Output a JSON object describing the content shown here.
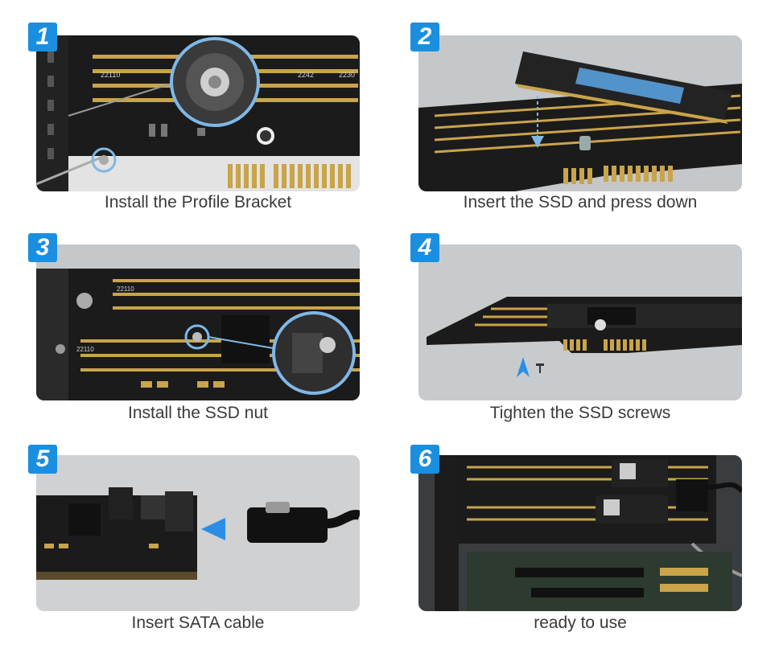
{
  "colors": {
    "badge": "#1a8fe0",
    "pcb": "#1b1b1b",
    "gold": "#c9a44a",
    "caption": "#3a3a3a"
  },
  "steps": [
    {
      "number": "1",
      "caption": "Install the Profile Bracket",
      "board_labels": [
        "22110",
        "2242",
        "2230"
      ]
    },
    {
      "number": "2",
      "caption": "Insert the SSD and press down"
    },
    {
      "number": "3",
      "caption": "Install the SSD nut",
      "board_labels": [
        "22110",
        "22110"
      ]
    },
    {
      "number": "4",
      "caption": "Tighten the SSD screws"
    },
    {
      "number": "5",
      "caption": "Insert SATA cable"
    },
    {
      "number": "6",
      "caption": "ready to use"
    }
  ]
}
